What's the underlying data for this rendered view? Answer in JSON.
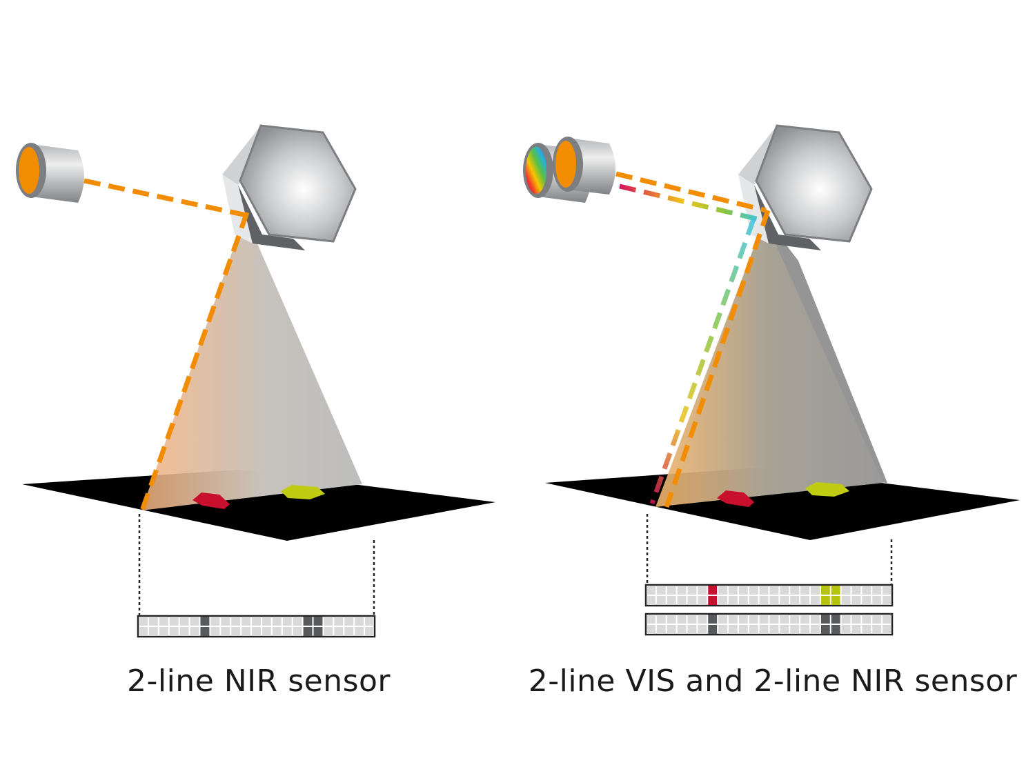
{
  "diagrams": [
    {
      "id": "left",
      "caption": "2-line NIR sensor",
      "sensor_rows": [
        {
          "kind": "NIR",
          "cells": 23,
          "highlights": [
            {
              "index": 6,
              "color": "#58595b"
            },
            {
              "index": 16,
              "color": "#58595b"
            },
            {
              "index": 17,
              "color": "#58595b"
            }
          ]
        }
      ]
    },
    {
      "id": "right",
      "caption": "2-line VIS and 2-line NIR sensor",
      "sensor_rows": [
        {
          "kind": "VIS",
          "cells": 24,
          "highlights": [
            {
              "index": 6,
              "color": "#c8102e"
            },
            {
              "index": 17,
              "color": "#b7c40e"
            },
            {
              "index": 18,
              "color": "#b7c40e"
            }
          ]
        },
        {
          "kind": "NIR",
          "cells": 24,
          "highlights": [
            {
              "index": 6,
              "color": "#58595b"
            },
            {
              "index": 17,
              "color": "#58595b"
            },
            {
              "index": 18,
              "color": "#58595b"
            }
          ]
        }
      ]
    }
  ],
  "colors": {
    "laser_orange": "#f28c00",
    "object_red": "#c8102e",
    "object_yellow": "#bfcc12",
    "cell_fill": "#d9d9d9",
    "belt": "#000000"
  },
  "icons": [
    "laser-emitter-icon",
    "polygon-mirror-icon",
    "detector-cell-icon"
  ]
}
